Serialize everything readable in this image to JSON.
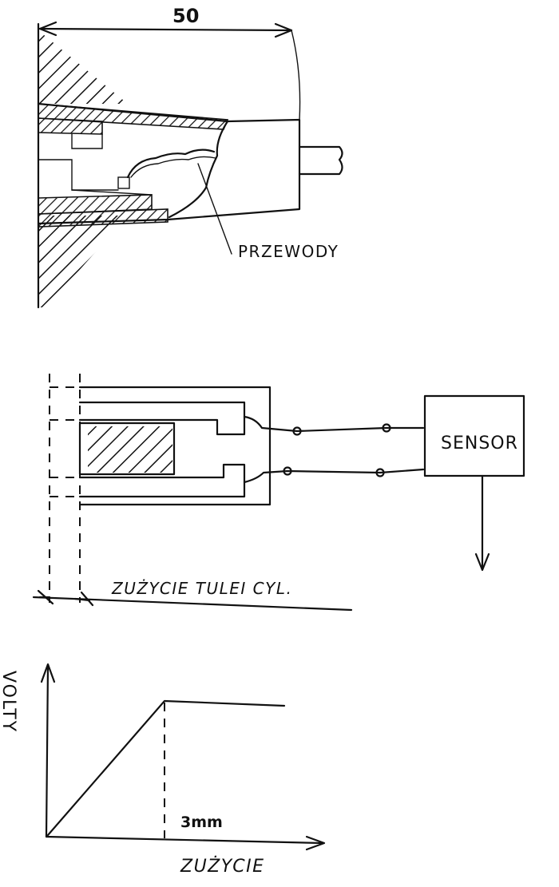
{
  "sketch1": {
    "dimension_label": "50",
    "wires_label": "PRZEWODY"
  },
  "sketch2": {
    "sensor_label": "SENSOR",
    "wear_label": "ZUŻYCIE TULEI CYL."
  },
  "sketch3": {
    "y_axis_label": "VOLTY",
    "x_axis_label": "ZUŻYCIE",
    "threshold_label": "3mm"
  },
  "colors": {
    "ink": "#111111",
    "paper": "#ffffff"
  }
}
